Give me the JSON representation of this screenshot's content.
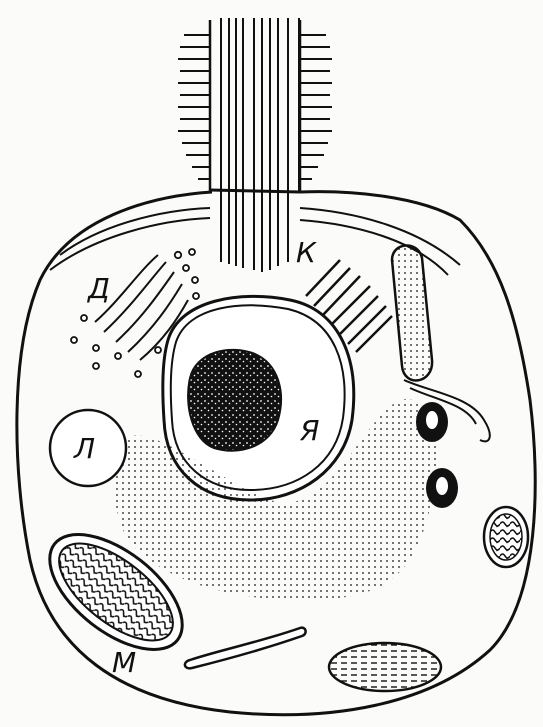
{
  "labels": {
    "cilia_rootlets": "К",
    "golgi": "Д",
    "nucleus": "Я",
    "lysosome": "Л",
    "mitochondrion": "М"
  },
  "colors": {
    "ink": "#111111",
    "paper": "#fbfbfa"
  }
}
